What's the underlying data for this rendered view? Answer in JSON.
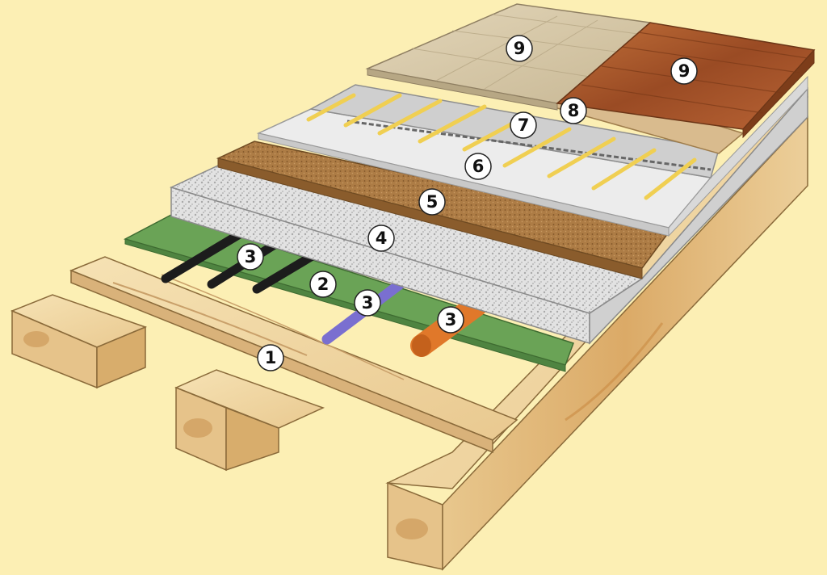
{
  "colors": {
    "background": "#fcefb4",
    "wood_light": "#f2d8a2",
    "wood_mid": "#e6c084",
    "wood_dark": "#c99453",
    "membrane_green": "#6aa356",
    "insulation_gray": "#dcdcdc",
    "cork_brown": "#a9773f",
    "board_white": "#ececec",
    "heating_wire_yellow": "#f0cf52",
    "tile_beige": "#d7c8a8",
    "parquet_brown": "#a4542a",
    "pipe_black": "#1c1c1c",
    "pipe_purple": "#7a6fd0",
    "pipe_orange": "#e0782a"
  },
  "callouts": [
    {
      "label": "1",
      "layer": "joists-and-subfloor"
    },
    {
      "label": "2",
      "layer": "vapor-barrier"
    },
    {
      "label": "3",
      "layer": "pipes"
    },
    {
      "label": "3",
      "layer": "pipes"
    },
    {
      "label": "3",
      "layer": "pipes"
    },
    {
      "label": "4",
      "layer": "insulation"
    },
    {
      "label": "5",
      "layer": "cork-underlay"
    },
    {
      "label": "6",
      "layer": "leveling-board"
    },
    {
      "label": "7",
      "layer": "heating-cables"
    },
    {
      "label": "8",
      "layer": "screed"
    },
    {
      "label": "9",
      "layer": "tile-finish"
    },
    {
      "label": "9",
      "layer": "parquet-finish"
    }
  ]
}
